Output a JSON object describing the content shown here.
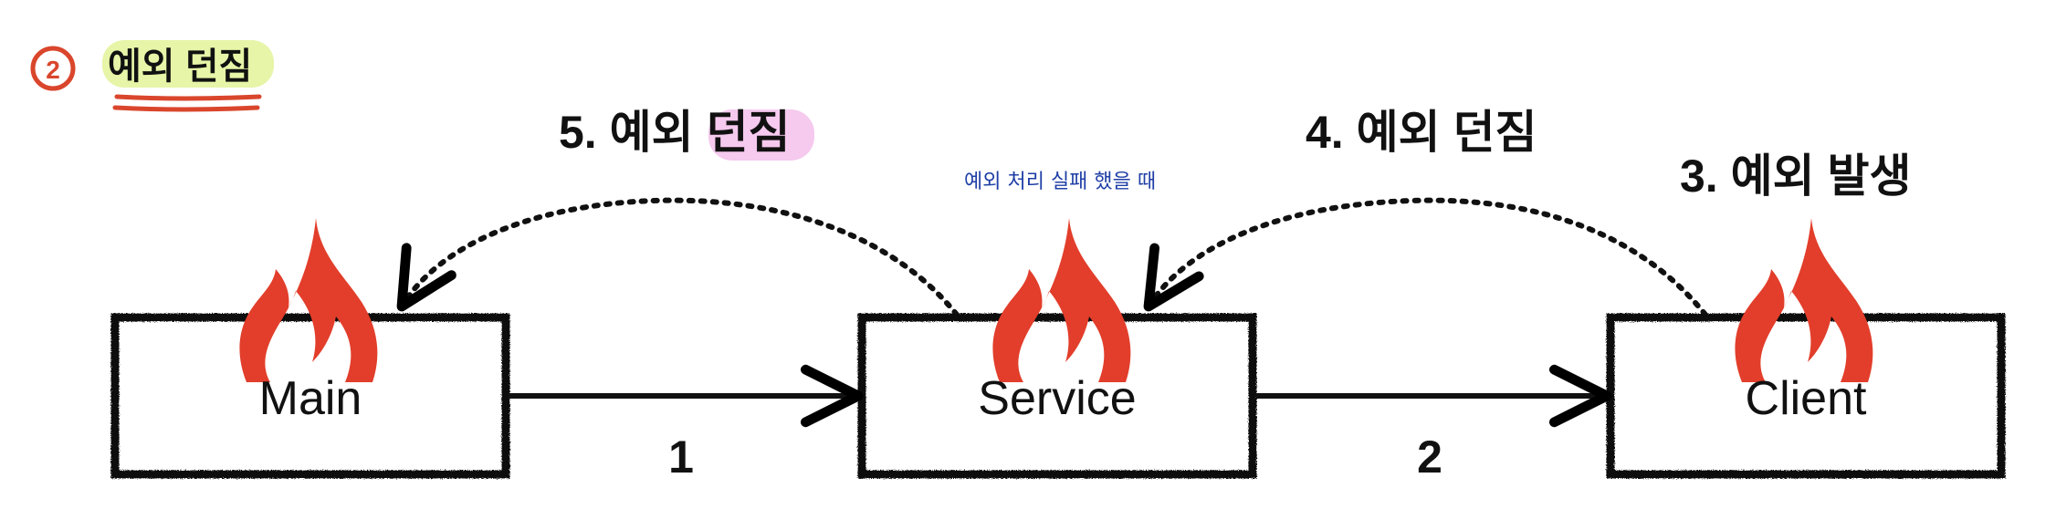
{
  "header": {
    "number": "2",
    "title": "예외 던짐"
  },
  "boxes": {
    "main": "Main",
    "service": "Service",
    "client": "Client"
  },
  "forward_arrows": {
    "main_to_service": "1",
    "service_to_client": "2"
  },
  "labels": {
    "client_event_prefix": "3. 예외 발생",
    "service_throw": "4. 예외 던짐",
    "main_throw_prefix": "5. 예외 ",
    "main_throw_highlight": "던짐",
    "service_note": "예외 처리 실패 했을 때"
  },
  "colors": {
    "flame": "#e23e2b",
    "header_circle": "#d9462c",
    "header_highlight": "#e6f5a7",
    "label_highlight": "#f6c9ee",
    "note": "#1f3fa6",
    "underline": "#d9462c"
  },
  "icons": {
    "flame": "fire-icon"
  }
}
